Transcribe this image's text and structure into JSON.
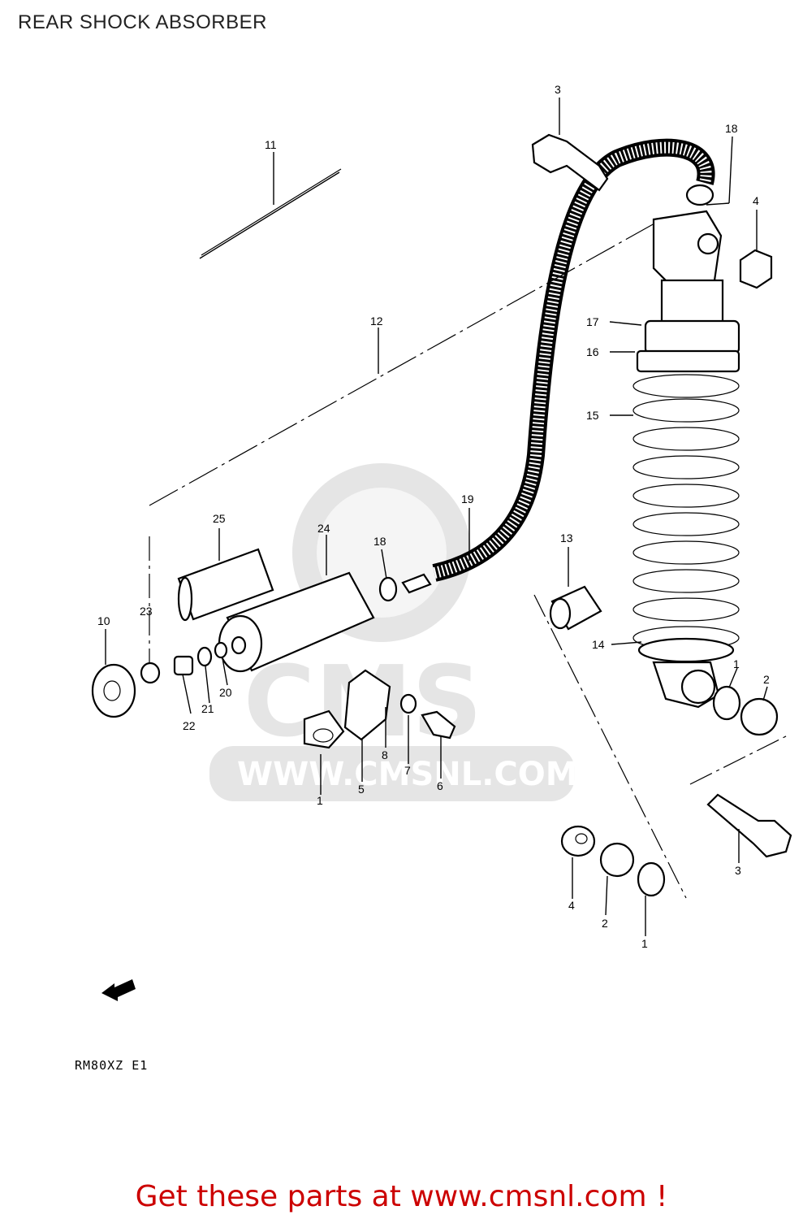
{
  "title": "REAR SHOCK ABSORBER",
  "model_code": "RM80XZ E1",
  "footer_cta": "Get these parts at www.cmsnl.com !",
  "watermark": {
    "brand": "CMS",
    "url": "WWW.CMSNL.COM"
  },
  "colors": {
    "cta": "#cc0000",
    "watermark": "#d0d0d0",
    "line": "#000000"
  },
  "callouts": {
    "c1a": "1",
    "c1b": "1",
    "c1c": "1",
    "c2a": "2",
    "c2b": "2",
    "c3a": "3",
    "c3b": "3",
    "c4a": "4",
    "c4b": "4",
    "c5": "5",
    "c6": "6",
    "c7": "7",
    "c8": "8",
    "c10": "10",
    "c11": "11",
    "c12": "12",
    "c13": "13",
    "c14": "14",
    "c15": "15",
    "c16": "16",
    "c17": "17",
    "c18a": "18",
    "c18b": "18",
    "c19": "19",
    "c20": "20",
    "c21": "21",
    "c22": "22",
    "c23": "23",
    "c24": "24",
    "c25": "25"
  }
}
